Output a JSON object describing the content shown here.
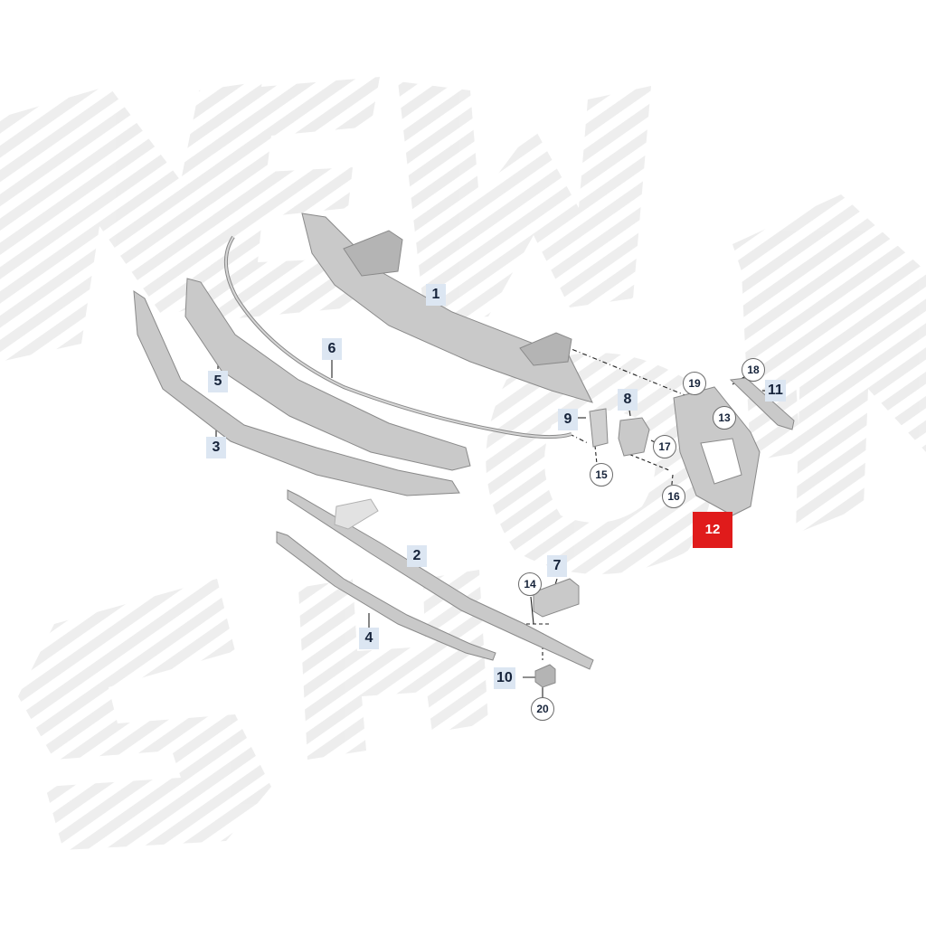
{
  "diagram": {
    "watermark_text": "NEW SHOP",
    "colors": {
      "part_fill": "#c9c9c9",
      "part_edge": "#8a8a8a",
      "leader": "#222222",
      "callout_bg": "#dce6f2",
      "callout_text": "#16233a",
      "highlight": "#e01b1b",
      "watermark": "#ececec"
    },
    "callouts": {
      "c1": "1",
      "c2": "2",
      "c3": "3",
      "c4": "4",
      "c5": "5",
      "c6": "6",
      "c7": "7",
      "c8": "8",
      "c9": "9",
      "c10": "10",
      "c11": "11",
      "c12": "12"
    },
    "circled": {
      "c13": "13",
      "c14": "14",
      "c15": "15",
      "c16": "16",
      "c17": "17",
      "c18": "18",
      "c19": "19",
      "c20": "20"
    },
    "highlighted_part": "12"
  }
}
